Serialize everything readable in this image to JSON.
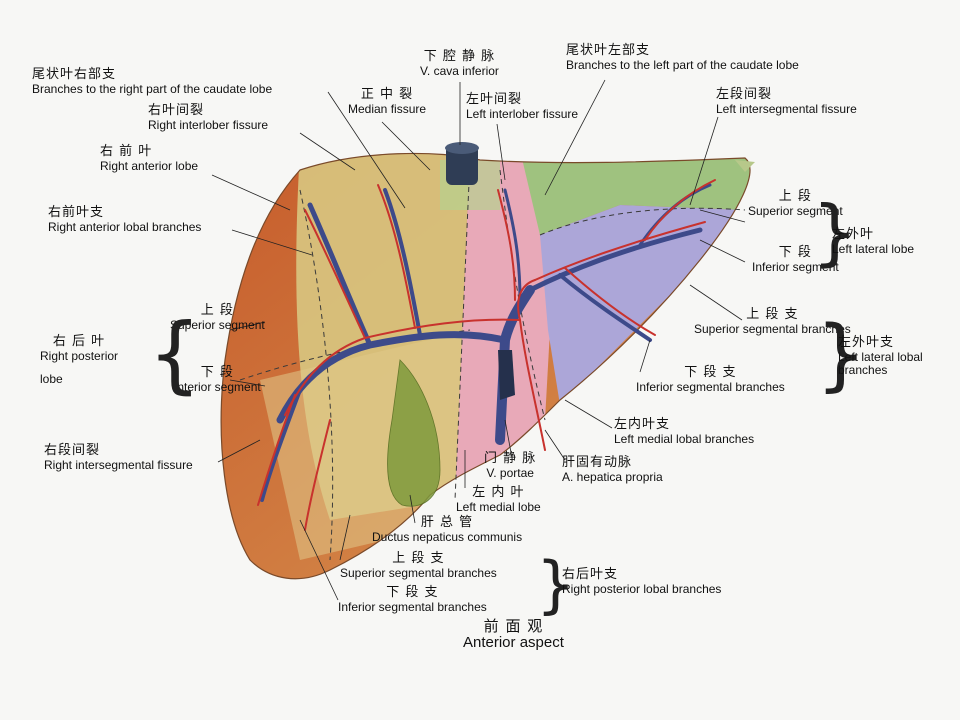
{
  "labels": {
    "caudate_right": {
      "cn": "尾状叶右部支",
      "en": "Branches to the right part of the caudate lobe"
    },
    "ivc": {
      "cn": "下 腔 静 脉",
      "en": "V. cava inferior"
    },
    "caudate_left": {
      "cn": "尾状叶左部支",
      "en": "Branches to the left part of the caudate lobe"
    },
    "right_interlobar": {
      "cn": "右叶间裂",
      "en": "Right interlober fissure"
    },
    "median_fissure": {
      "cn": "正 中 裂",
      "en": "Median fissure"
    },
    "left_interlobar": {
      "cn": "左叶间裂",
      "en": "Left interlober fissure"
    },
    "left_interseg": {
      "cn": "左段间裂",
      "en": "Left intersegmental fissure"
    },
    "right_anterior_lobe": {
      "cn": "右 前 叶",
      "en": "Right anterior lobe"
    },
    "right_anterior_branches": {
      "cn": "右前叶支",
      "en": "Right anterior lobal branches"
    },
    "superior_segment_left": {
      "cn": "上  段",
      "en": "Superior segment"
    },
    "inferior_segment_left": {
      "cn": "下  段",
      "en": "Inferior segment"
    },
    "left_lateral_lobe": {
      "cn": "左外叶",
      "en": "Left lateral lobe"
    },
    "superior_segment_right": {
      "cn": "上  段",
      "en": "Superior segment"
    },
    "inferior_segment_right": {
      "cn": "下  段",
      "en": "Interior segment"
    },
    "right_posterior_lobe": {
      "cn": "右 后 叶",
      "en_line1": "Right posterior",
      "en_line2": "lobe"
    },
    "superior_segmental_branches_left": {
      "cn": "上 段 支",
      "en": "Superior segmental branches"
    },
    "inferior_segmental_branches_left": {
      "cn": "下 段  支",
      "en": "Inferior segmental branches"
    },
    "left_lateral_lobal_branches": {
      "cn": "左外叶支",
      "en": "Left lateral lobal branches"
    },
    "left_medial_lobal_branches": {
      "cn": "左内叶支",
      "en": "Left medial lobal branches"
    },
    "right_interseg": {
      "cn": "右段间裂",
      "en": "Right intersegmental fissure"
    },
    "portal_vein": {
      "cn": "门 静 脉",
      "en": "V. portae"
    },
    "hepatic_artery": {
      "cn": "肝固有动脉",
      "en": "A. hepatica propria"
    },
    "left_medial_lobe": {
      "cn": "左 内 叶",
      "en": "Left medial lobe"
    },
    "common_hepatic_duct": {
      "cn": "肝 总 管",
      "en": "Ductus nepaticus communis"
    },
    "superior_segmental_branches_bottom": {
      "cn": "上 段 支",
      "en": "Superior segmental branches"
    },
    "inferior_segmental_branches_bottom": {
      "cn": "下 段 支",
      "en": "Inferior segmental branches"
    },
    "right_posterior_lobal_branches": {
      "cn": "右后叶支",
      "en": "Right posterior lobal branches"
    },
    "view": {
      "cn": "前 面 观",
      "en": "Anterior aspect"
    }
  },
  "colors": {
    "right_posterior_lobe": "#c9763f",
    "right_anterior_lobe": "#cdbf6e",
    "left_medial_lobe": "#e6a6b4",
    "left_lateral_superior": "#9bbf7a",
    "left_lateral_inferior": "#a9a2d6",
    "portal_vein": "#3d4a8a",
    "artery": "#c8322d",
    "gallbladder": "#7f9a3c"
  }
}
